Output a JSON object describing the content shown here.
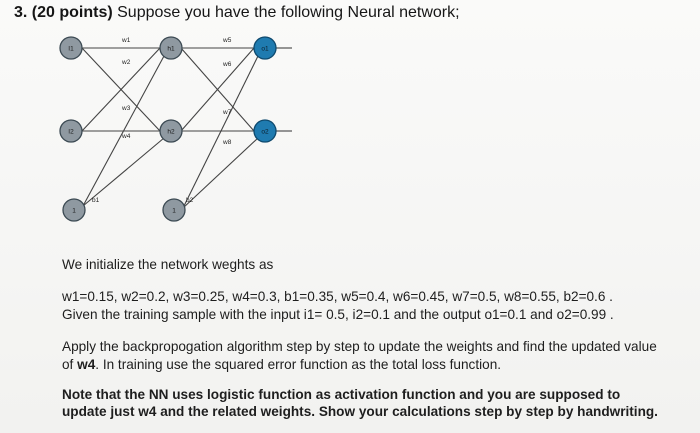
{
  "question": {
    "number_points": "3. (20 points)",
    "title_rest": " Suppose you have the following Neural network;"
  },
  "diagram": {
    "nodes": {
      "i1": "I1",
      "i2": "I2",
      "h1": "h1",
      "h2": "h2",
      "o1": "o1",
      "o2": "o2",
      "b1": "1",
      "b2": "1"
    },
    "weights": {
      "w1": "w1",
      "w2": "w2",
      "w3": "w3",
      "w4": "w4",
      "w5": "w5",
      "w6": "w6",
      "w7": "w7",
      "w8": "w8"
    },
    "bias_labels": {
      "b1": "b1",
      "b2": "b2"
    },
    "colors": {
      "input": "#8f99a1",
      "hidden": "#8f99a1",
      "output": "#1f7bb0",
      "bias": "#8f99a1",
      "edge": "#444444"
    }
  },
  "text": {
    "intro": "We initialize the network weghts as",
    "weights_line": "w1=0.15, w2=0.2, w3=0.25, w4=0.3, b1=0.35, w5=0.4, w6=0.45, w7=0.5, w8=0.55, b2=0.6 .",
    "sample_line": "Given the training sample with the input i1= 0.5, i2=0.1 and the output o1=0.1 and o2=0.99 .",
    "apply_line1": "Apply the backpropogation algorithm step by step to update the weights and find the updated value",
    "apply_line2_pre": "of ",
    "apply_line2_bold": "w4",
    "apply_line2_post": ". In training use the squared error function as the total loss function.",
    "note_line1": "Note that the NN uses logistic function as activation function and you are supposed to",
    "note_line2": "update just w4 and the related weights. Show your calculations step by step by handwriting."
  }
}
